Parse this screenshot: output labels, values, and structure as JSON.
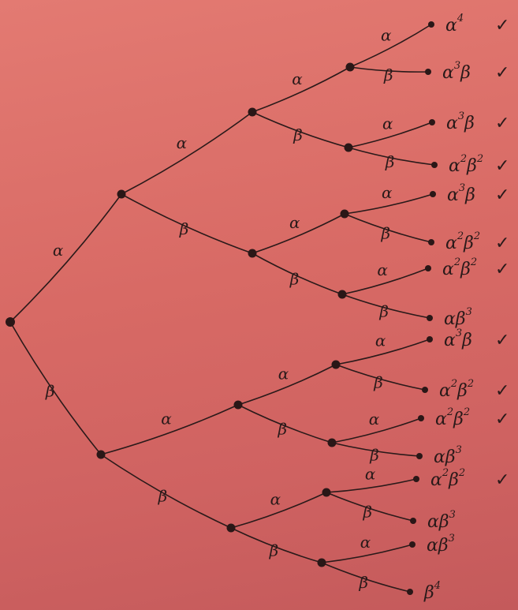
{
  "tree": {
    "symbols": {
      "a": "α",
      "b": "β"
    },
    "check_mark": "✓",
    "leaves": [
      {
        "base1": "α",
        "sup1": "4",
        "base2": "",
        "sup2": "",
        "check": true
      },
      {
        "base1": "α",
        "sup1": "3",
        "base2": "β",
        "sup2": "",
        "check": true
      },
      {
        "base1": "α",
        "sup1": "3",
        "base2": "β",
        "sup2": "",
        "check": true
      },
      {
        "base1": "α",
        "sup1": "2",
        "base2": "β",
        "sup2": "2",
        "check": true
      },
      {
        "base1": "α",
        "sup1": "3",
        "base2": "β",
        "sup2": "",
        "check": true
      },
      {
        "base1": "α",
        "sup1": "2",
        "base2": "β",
        "sup2": "2",
        "check": true
      },
      {
        "base1": "α",
        "sup1": "2",
        "base2": "β",
        "sup2": "2",
        "check": true
      },
      {
        "base1": "α",
        "sup1": "",
        "base2": "β",
        "sup2": "3",
        "check": false
      },
      {
        "base1": "α",
        "sup1": "3",
        "base2": "β",
        "sup2": "",
        "check": true
      },
      {
        "base1": "α",
        "sup1": "2",
        "base2": "β",
        "sup2": "2",
        "check": true
      },
      {
        "base1": "α",
        "sup1": "2",
        "base2": "β",
        "sup2": "2",
        "check": true
      },
      {
        "base1": "α",
        "sup1": "",
        "base2": "β",
        "sup2": "3",
        "check": false
      },
      {
        "base1": "α",
        "sup1": "2",
        "base2": "β",
        "sup2": "2",
        "check": true
      },
      {
        "base1": "α",
        "sup1": "",
        "base2": "β",
        "sup2": "3",
        "check": false
      },
      {
        "base1": "α",
        "sup1": "",
        "base2": "β",
        "sup2": "3",
        "check": false
      },
      {
        "base1": "β",
        "sup1": "4",
        "base2": "",
        "sup2": "",
        "check": false
      }
    ]
  }
}
